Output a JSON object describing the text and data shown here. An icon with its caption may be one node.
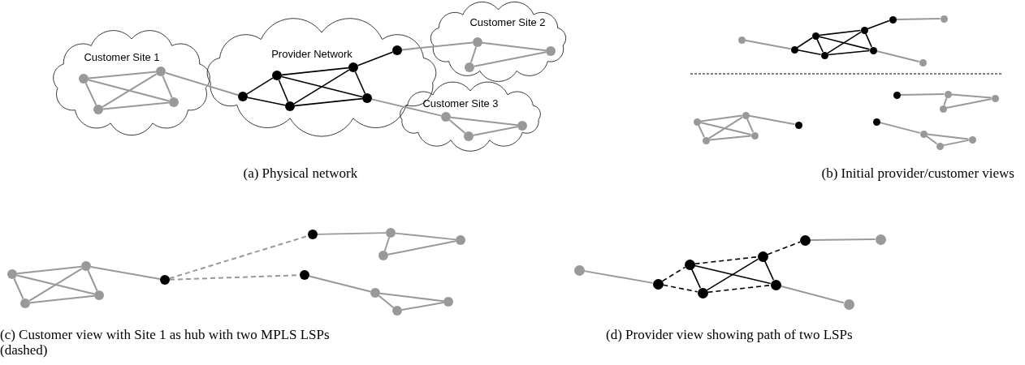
{
  "diagram": {
    "nodes": [
      {
        "text": [
          "Customer Site 1"
        ]
      },
      {
        "text": [],
        "shape": "circle",
        "in": 0
      },
      {
        "text": [],
        "shape": "circle",
        "in": 0
      },
      {
        "text": [],
        "shape": "circle",
        "in": 0
      },
      {
        "text": [],
        "shape": "circle",
        "in": 0
      },
      {
        "text": [
          "Provider Network"
        ]
      },
      {
        "text": [],
        "shape": "circle",
        "in": 5
      },
      {
        "text": [],
        "shape": "circle",
        "in": 5
      },
      {
        "text": [],
        "shape": "circle",
        "in": 5
      },
      {
        "text": [],
        "shape": "circle",
        "in": 5
      },
      {
        "text": [],
        "shape": "circle",
        "in": 5
      },
      {
        "text": [],
        "shape": "circle",
        "in": 5
      },
      {
        "text": [
          "Customer Site 2"
        ]
      },
      {
        "text": [],
        "shape": "circle",
        "in": 12
      },
      {
        "text": [],
        "shape": "circle",
        "in": 12
      },
      {
        "text": [],
        "shape": "circle",
        "in": 12
      },
      {
        "text": [
          "Customer Site 3"
        ]
      },
      {
        "text": [],
        "shape": "circle",
        "in": 16
      },
      {
        "text": [],
        "shape": "circle",
        "in": 16
      },
      {
        "text": [],
        "shape": "circle",
        "in": 16
      },
      {
        "text": [],
        "shape": "circle"
      },
      {
        "text": [],
        "shape": "circle"
      },
      {
        "text": [],
        "shape": "circle"
      },
      {
        "text": [],
        "shape": "circle"
      },
      {
        "text": [],
        "shape": "circle"
      },
      {
        "text": [],
        "shape": "circle"
      },
      {
        "text": [],
        "shape": "circle"
      },
      {
        "text": [],
        "shape": "circle"
      },
      {
        "text": [],
        "shape": "circle"
      },
      {
        "text": [],
        "shape": "circle"
      },
      {
        "text": [],
        "shape": "circle"
      },
      {
        "text": [],
        "shape": "circle"
      },
      {
        "text": [],
        "shape": "circle"
      },
      {
        "text": [],
        "shape": "circle"
      },
      {
        "text": [],
        "shape": "circle"
      },
      {
        "text": [],
        "shape": "circle"
      },
      {
        "text": [],
        "shape": "circle"
      },
      {
        "text": [],
        "shape": "circle"
      },
      {
        "text": [],
        "shape": "circle"
      },
      {
        "text": [],
        "shape": "circle"
      },
      {
        "text": [],
        "shape": "circle"
      },
      {
        "text": [],
        "shape": "circle"
      },
      {
        "text": [],
        "shape": "circle"
      },
      {
        "text": [],
        "shape": "circle"
      },
      {
        "text": [],
        "shape": "circle"
      },
      {
        "text": [],
        "shape": "circle"
      },
      {
        "text": [],
        "shape": "circle"
      },
      {
        "text": [],
        "shape": "circle"
      },
      {
        "text": [],
        "shape": "circle"
      },
      {
        "text": [],
        "shape": "circle"
      },
      {
        "text": [],
        "shape": "circle"
      },
      {
        "text": [],
        "shape": "circle"
      },
      {
        "text": [],
        "shape": "circle"
      },
      {
        "text": [],
        "shape": "circle"
      },
      {
        "text": [],
        "shape": "circle"
      },
      {
        "text": [],
        "shape": "circle"
      },
      {
        "text": [],
        "shape": "circle"
      },
      {
        "text": [],
        "shape": "circle"
      },
      {
        "text": [],
        "shape": "circle"
      },
      {
        "text": [],
        "shape": "circle"
      },
      {
        "text": [],
        "shape": "circle"
      },
      {
        "text": [],
        "shape": "circle"
      },
      {
        "text": [],
        "shape": "circle"
      },
      {
        "text": [],
        "shape": "circle"
      }
    ],
    "edges": [
      {
        "from": 1,
        "to": 2,
        "arrow": "none"
      },
      {
        "from": 1,
        "to": 3,
        "arrow": "none"
      },
      {
        "from": 1,
        "to": 4,
        "arrow": "none"
      },
      {
        "from": 2,
        "to": 4,
        "arrow": "none"
      },
      {
        "from": 2,
        "to": 3,
        "arrow": "none"
      },
      {
        "from": 4,
        "to": 3,
        "arrow": "none"
      },
      {
        "from": 2,
        "to": 6,
        "arrow": "none"
      },
      {
        "from": 6,
        "to": 7,
        "arrow": "none",
        "color": "#000000"
      },
      {
        "from": 6,
        "to": 8,
        "arrow": "none",
        "color": "#000000"
      },
      {
        "from": 7,
        "to": 9,
        "arrow": "none",
        "color": "#000000"
      },
      {
        "from": 7,
        "to": 8,
        "arrow": "none",
        "color": "#000000"
      },
      {
        "from": 7,
        "to": 10,
        "arrow": "none",
        "color": "#000000"
      },
      {
        "from": 9,
        "to": 8,
        "arrow": "none",
        "color": "#000000"
      },
      {
        "from": 9,
        "to": 10,
        "arrow": "none",
        "color": "#000000"
      },
      {
        "from": 8,
        "to": 10,
        "arrow": "none",
        "color": "#000000"
      },
      {
        "from": 9,
        "to": 11,
        "arrow": "none",
        "color": "#000000"
      },
      {
        "from": 11,
        "to": 13,
        "arrow": "none"
      },
      {
        "from": 13,
        "to": 14,
        "arrow": "none"
      },
      {
        "from": 13,
        "to": 15,
        "arrow": "none"
      },
      {
        "from": 15,
        "to": 14,
        "arrow": "none"
      },
      {
        "from": 10,
        "to": 17,
        "arrow": "none"
      },
      {
        "from": 17,
        "to": 18,
        "arrow": "none"
      },
      {
        "from": 17,
        "to": 19,
        "arrow": "none"
      },
      {
        "from": 19,
        "to": 18,
        "arrow": "none"
      },
      {
        "from": 20,
        "to": 21,
        "arrow": "none"
      },
      {
        "from": 21,
        "to": 22,
        "arrow": "none",
        "color": "#000000"
      },
      {
        "from": 21,
        "to": 25,
        "arrow": "none",
        "color": "#000000"
      },
      {
        "from": 22,
        "to": 23,
        "arrow": "none",
        "color": "#000000"
      },
      {
        "from": 22,
        "to": 25,
        "arrow": "none",
        "color": "#000000"
      },
      {
        "from": 22,
        "to": 24,
        "arrow": "none",
        "color": "#000000"
      },
      {
        "from": 25,
        "to": 23,
        "arrow": "none",
        "color": "#000000"
      },
      {
        "from": 25,
        "to": 24,
        "arrow": "none",
        "color": "#000000"
      },
      {
        "from": 23,
        "to": 24,
        "arrow": "none",
        "color": "#000000"
      },
      {
        "from": 23,
        "to": 26,
        "arrow": "none",
        "color": "#000000"
      },
      {
        "from": 26,
        "to": 27,
        "arrow": "none"
      },
      {
        "from": 24,
        "to": 28,
        "arrow": "none"
      },
      {
        "from": 29,
        "to": 30,
        "arrow": "none"
      },
      {
        "from": 29,
        "to": 31,
        "arrow": "none"
      },
      {
        "from": 29,
        "to": 32,
        "arrow": "none"
      },
      {
        "from": 30,
        "to": 32,
        "arrow": "none"
      },
      {
        "from": 30,
        "to": 31,
        "arrow": "none"
      },
      {
        "from": 32,
        "to": 31,
        "arrow": "none"
      },
      {
        "from": 30,
        "to": 33,
        "arrow": "none"
      },
      {
        "from": 34,
        "to": 35,
        "arrow": "none"
      },
      {
        "from": 35,
        "to": 36,
        "arrow": "none"
      },
      {
        "from": 35,
        "to": 37,
        "arrow": "none"
      },
      {
        "from": 37,
        "to": 36,
        "arrow": "none"
      },
      {
        "from": 38,
        "to": 39,
        "arrow": "none"
      },
      {
        "from": 39,
        "to": 41,
        "arrow": "none"
      },
      {
        "from": 39,
        "to": 40,
        "arrow": "none"
      },
      {
        "from": 40,
        "to": 41,
        "arrow": "none"
      },
      {
        "from": 42,
        "to": 43,
        "arrow": "none"
      },
      {
        "from": 42,
        "to": 44,
        "arrow": "none"
      },
      {
        "from": 42,
        "to": 45,
        "arrow": "none"
      },
      {
        "from": 43,
        "to": 45,
        "arrow": "none"
      },
      {
        "from": 43,
        "to": 44,
        "arrow": "none"
      },
      {
        "from": 45,
        "to": 44,
        "arrow": "none"
      },
      {
        "from": 43,
        "to": 46,
        "arrow": "none"
      },
      {
        "from": 46,
        "to": 47,
        "arrow": "none",
        "style": "dashed"
      },
      {
        "from": 46,
        "to": 51,
        "arrow": "none",
        "style": "dashed"
      },
      {
        "from": 47,
        "to": 48,
        "arrow": "none"
      },
      {
        "from": 48,
        "to": 49,
        "arrow": "none"
      },
      {
        "from": 48,
        "to": 50,
        "arrow": "none"
      },
      {
        "from": 50,
        "to": 49,
        "arrow": "none"
      },
      {
        "from": 51,
        "to": 52,
        "arrow": "none"
      },
      {
        "from": 52,
        "to": 53,
        "arrow": "none"
      },
      {
        "from": 52,
        "to": 54,
        "arrow": "none"
      },
      {
        "from": 54,
        "to": 53,
        "arrow": "none"
      },
      {
        "from": 55,
        "to": 56,
        "arrow": "none"
      },
      {
        "from": 56,
        "to": 57,
        "arrow": "none",
        "style": "dashed",
        "color": "#000000"
      },
      {
        "from": 56,
        "to": 58,
        "arrow": "none",
        "style": "dashed",
        "color": "#000000"
      },
      {
        "from": 57,
        "to": 59,
        "arrow": "none",
        "style": "dashed",
        "color": "#000000"
      },
      {
        "from": 58,
        "to": 60,
        "arrow": "none",
        "style": "dashed",
        "color": "#000000"
      },
      {
        "from": 57,
        "to": 58,
        "arrow": "none",
        "color": "#000000"
      },
      {
        "from": 57,
        "to": 60,
        "arrow": "none",
        "color": "#000000"
      },
      {
        "from": 58,
        "to": 59,
        "arrow": "none",
        "color": "#000000"
      },
      {
        "from": 59,
        "to": 60,
        "arrow": "none",
        "color": "#000000"
      },
      {
        "from": 59,
        "to": 61,
        "arrow": "none",
        "style": "dashed",
        "color": "#000000"
      },
      {
        "from": 61,
        "to": 62,
        "arrow": "none"
      },
      {
        "from": 60,
        "to": 63,
        "arrow": "none"
      }
    ],
    "labels": [
      "(a) Physical network",
      "(b) Initial provider/customer views",
      "(c) Customer view with Site 1 as hub with two MPLS LSPs (dashed)",
      "(d) Provider view showing path of two LSPs"
    ]
  }
}
